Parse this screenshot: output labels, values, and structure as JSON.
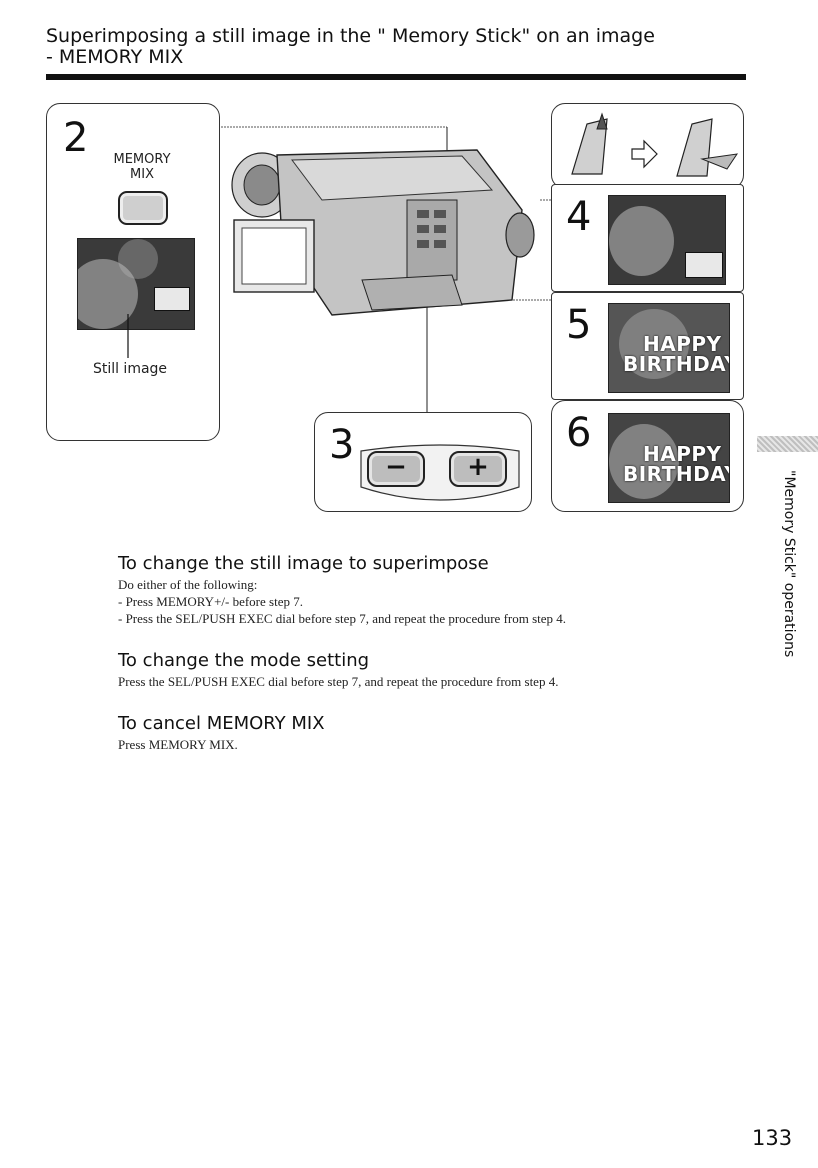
{
  "header": {
    "title_line1": "Superimposing a still image in the \" Memory Stick\" on an image",
    "title_line2": "- MEMORY MIX"
  },
  "figure": {
    "step2": {
      "number": "2",
      "button_label_line1": "MEMORY",
      "button_label_line2": "MIX",
      "caption": "Still image"
    },
    "step3": {
      "number": "3",
      "minus_label": "−",
      "plus_label": "+"
    },
    "step4": {
      "number": "4"
    },
    "step5": {
      "number": "5"
    },
    "step6": {
      "number": "6"
    }
  },
  "sections": [
    {
      "heading": "To change the still image to superimpose",
      "lines": [
        "Do either of the following:",
        "- Press MEMORY+/- before step 7.",
        "- Press the SEL/PUSH EXEC dial before step 7, and repeat the procedure from step 4."
      ]
    },
    {
      "heading": "To change the mode setting",
      "lines": [
        "Press the SEL/PUSH EXEC dial before step 7, and repeat the procedure from step 4."
      ]
    },
    {
      "heading": "To cancel MEMORY MIX",
      "lines": [
        "Press MEMORY MIX."
      ]
    }
  ],
  "sidebar": {
    "label": "\"Memory Stick\" operations"
  },
  "footer": {
    "page_number": "133"
  }
}
